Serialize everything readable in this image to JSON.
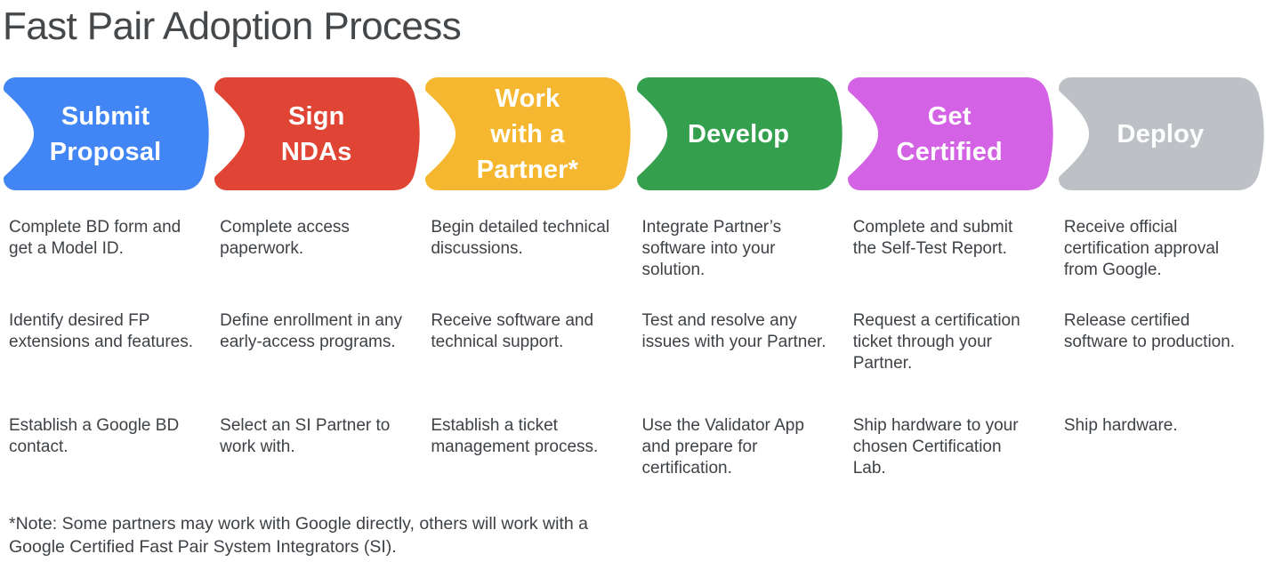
{
  "title": "Fast Pair Adoption Process",
  "note": "*Note: Some partners may work with Google directly, others will work with a Google Certified Fast Pair System Integrators (SI).",
  "colors": {
    "blue": "#4285F4",
    "red": "#E04435",
    "yellow": "#F5B72F",
    "green": "#34A04E",
    "magenta": "#D362E4",
    "gray": "#BDC1C6",
    "text": "#3E4246",
    "title_text": "#45484B",
    "label_text": "#FFFFFF"
  },
  "stages": [
    {
      "id": "submit-proposal",
      "color": "#4285F4",
      "label": "Submit Proposal",
      "label_lines": [
        "Submit",
        "Proposal"
      ],
      "items": [
        "Complete BD form and get a Model ID.",
        "Identify desired FP extensions and features.",
        "Establish a Google BD contact."
      ]
    },
    {
      "id": "sign-ndas",
      "color": "#E04435",
      "label": "Sign NDAs",
      "label_lines": [
        "Sign",
        "NDAs"
      ],
      "items": [
        "Complete access paperwork.",
        "Define enrollment in any early-access programs.",
        "Select an SI Partner to work with."
      ]
    },
    {
      "id": "work-with-a-partner",
      "color": "#F5B72F",
      "label": "Work with a Partner*",
      "label_lines": [
        "Work",
        "with a",
        "Partner*"
      ],
      "items": [
        "Begin detailed technical discussions.",
        "Receive software and technical support.",
        "Establish a ticket management process."
      ]
    },
    {
      "id": "develop",
      "color": "#34A04E",
      "label": "Develop",
      "label_lines": [
        "Develop"
      ],
      "items": [
        "Integrate Partner’s software into your solution.",
        "Test and resolve any issues with your Partner.",
        "Use the Validator App and prepare for certification."
      ]
    },
    {
      "id": "get-certified",
      "color": "#D362E4",
      "label": "Get Certified",
      "label_lines": [
        "Get",
        "Certified"
      ],
      "items": [
        "Complete and submit the Self-Test Report.",
        "Request a certification ticket through your Partner.",
        "Ship hardware to your chosen Certification Lab."
      ]
    },
    {
      "id": "deploy",
      "color": "#BDC1C6",
      "label": "Deploy",
      "label_lines": [
        "Deploy"
      ],
      "items": [
        "Receive official certification approval from Google.",
        "Release certified software to production.",
        "Ship hardware."
      ]
    }
  ]
}
